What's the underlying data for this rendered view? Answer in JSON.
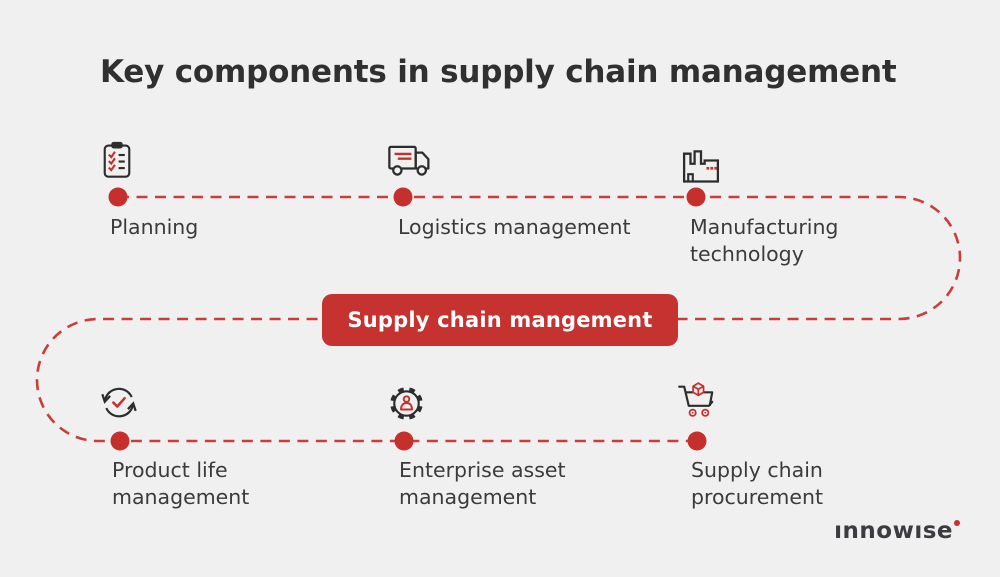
{
  "title": "Key components in supply chain management",
  "center_button": {
    "label": "Supply chain mangement"
  },
  "top_items": [
    {
      "label": "Planning",
      "icon": "clipboard-checklist-icon"
    },
    {
      "label": "Logistics management",
      "icon": "delivery-truck-icon"
    },
    {
      "label": "Manufacturing technology",
      "icon": "factory-icon"
    }
  ],
  "bottom_items": [
    {
      "label": "Product life management",
      "icon": "lifecycle-check-icon"
    },
    {
      "label": "Enterprise asset management",
      "icon": "gear-person-icon"
    },
    {
      "label": "Supply chain procurement",
      "icon": "cart-package-icon"
    }
  ],
  "brand": {
    "name": "innowise",
    "display": "ınnowıse"
  },
  "colors": {
    "background": "#f1f0f0",
    "accent_red": "#c5322f",
    "dash_red": "#ca3d39",
    "dot_red": "#c5302d",
    "icon_dark": "#2d2d2d",
    "text_dark": "#303030",
    "label_gray": "#3b3b3b",
    "button_text": "#ffffff"
  }
}
